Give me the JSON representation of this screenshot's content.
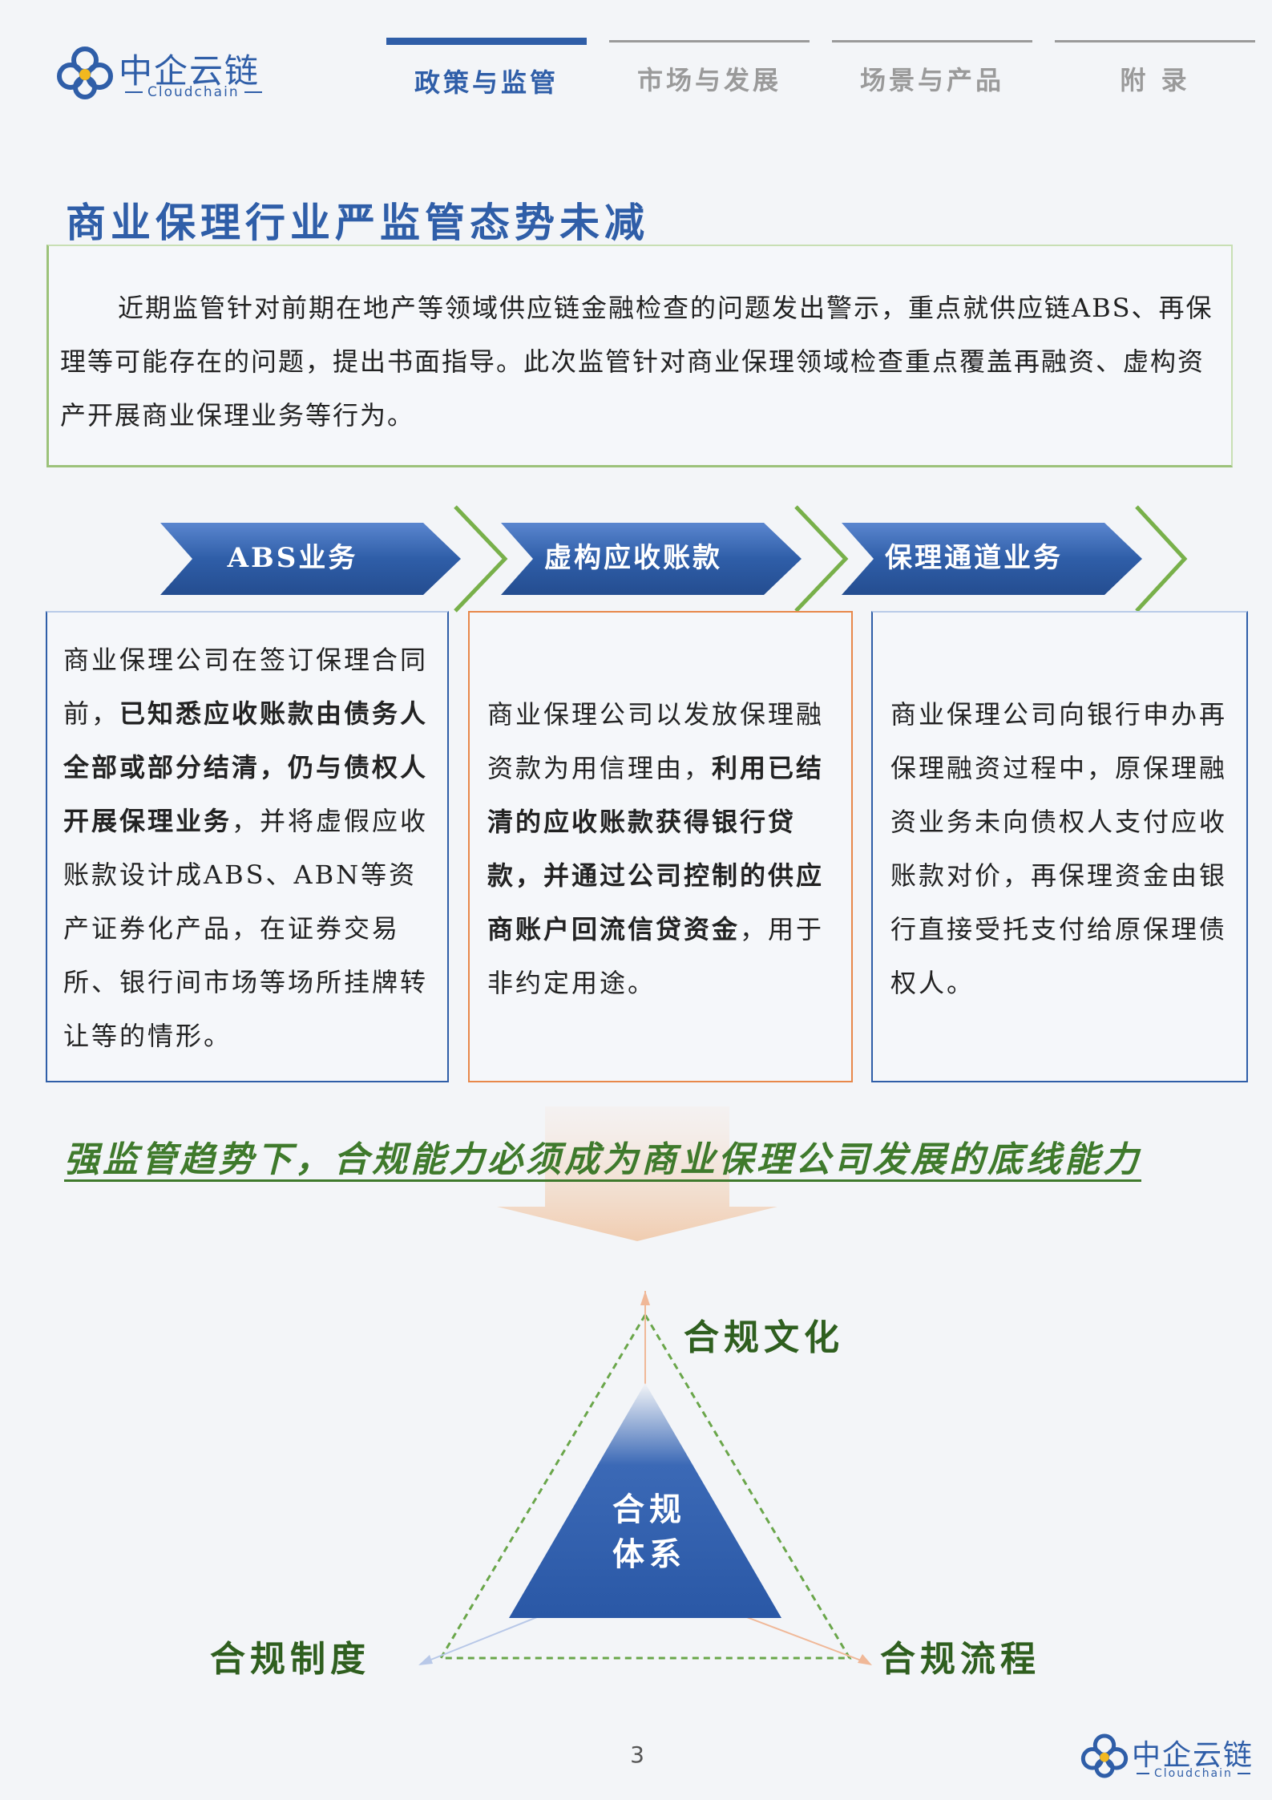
{
  "brand": {
    "name_cn": "中企云链",
    "name_en": "Cloudchain"
  },
  "nav": [
    {
      "label": "政策与监管",
      "active": true
    },
    {
      "label": "市场与发展",
      "active": false
    },
    {
      "label": "场景与产品",
      "active": false
    },
    {
      "label": "附 录",
      "active": false
    }
  ],
  "section": {
    "title": "商业保理行业严监管态势未减",
    "intro": "近期监管针对前期在地产等领域供应链金融检查的问题发出警示，重点就供应链ABS、再保理等可能存在的问题，提出书面指导。此次监管针对商业保理领域检查重点覆盖再融资、虚构资产开展商业保理业务等行为。"
  },
  "categories": [
    {
      "title": "ABS业务",
      "pre": "商业保理公司在签订保理合同前，",
      "bold": "已知悉应收账款由债务人全部或部分结清，仍与债权人开展保理业务",
      "post": "，并将虚假应收账款设计成ABS、ABN等资产证券化产品，在证券交易所、银行间市场等场所挂牌转让等的情形。",
      "border_color": "#2f5ea8"
    },
    {
      "title": "虚构应收账款",
      "pre": "商业保理公司以发放保理融资款为用信理由，",
      "bold": "利用已结清的应收账款获得银行贷款，并通过公司控制的供应商账户回流信贷资金",
      "post": "，用于非约定用途。",
      "border_color": "#e8884a"
    },
    {
      "title": "保理通道业务",
      "pre": "商业保理公司向银行申办再保理融资过程中，原保理融资业务未向债权人支付应收账款对价，再保理资金由银行直接受托支付给原保理债权人。",
      "bold": "",
      "post": "",
      "border_color": "#2f5ea8"
    }
  ],
  "slogan": "强监管趋势下，合规能力必须成为商业保理公司发展的底线能力",
  "triangle": {
    "core_line1": "合规",
    "core_line2": "体系",
    "top": "合规文化",
    "left": "合规制度",
    "right": "合规流程"
  },
  "page_number": "3",
  "colors": {
    "primary": "#2f5ea8",
    "green": "#3f7a2c",
    "orange": "#e8884a"
  }
}
